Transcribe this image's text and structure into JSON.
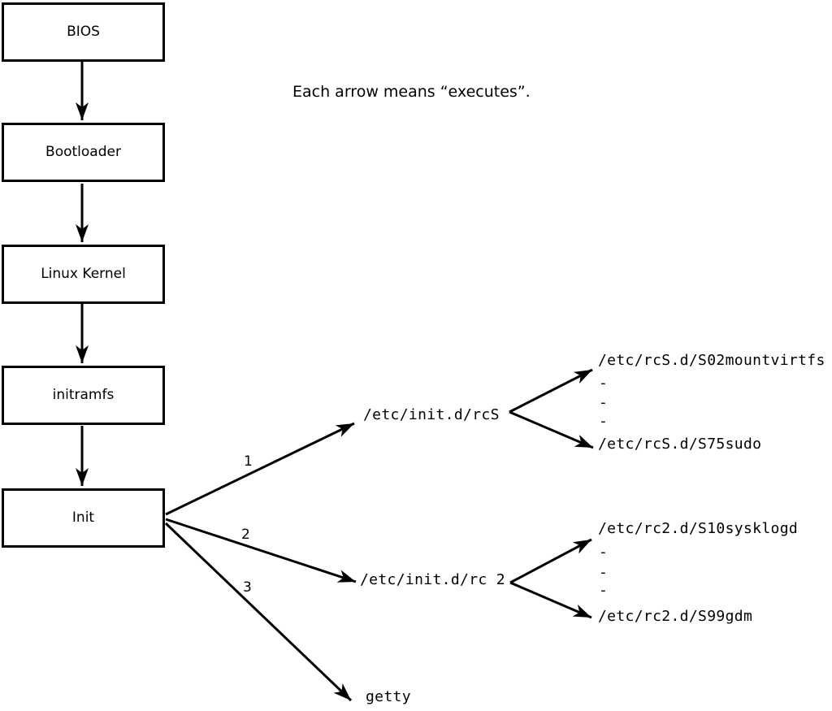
{
  "note": {
    "text": "Each arrow means “executes”."
  },
  "chain": [
    {
      "label": "BIOS"
    },
    {
      "label": "Bootloader"
    },
    {
      "label": "Linux Kernel"
    },
    {
      "label": "initramfs"
    },
    {
      "label": "Init"
    }
  ],
  "branches": [
    {
      "number": "1",
      "target": "/etc/init.d/rcS"
    },
    {
      "number": "2",
      "target": "/etc/init.d/rc 2"
    },
    {
      "number": "3",
      "target": "getty"
    }
  ],
  "rcS_scripts": [
    "/etc/rcS.d/S02mountvirtfs",
    "-",
    "-",
    "-",
    "/etc/rcS.d/S75sudo"
  ],
  "rc2_scripts": [
    "/etc/rc2.d/S10sysklogd",
    "-",
    "-",
    "-",
    "/etc/rc2.d/S99gdm"
  ],
  "colors": {
    "line": "#000000",
    "background": "#ffffff"
  }
}
